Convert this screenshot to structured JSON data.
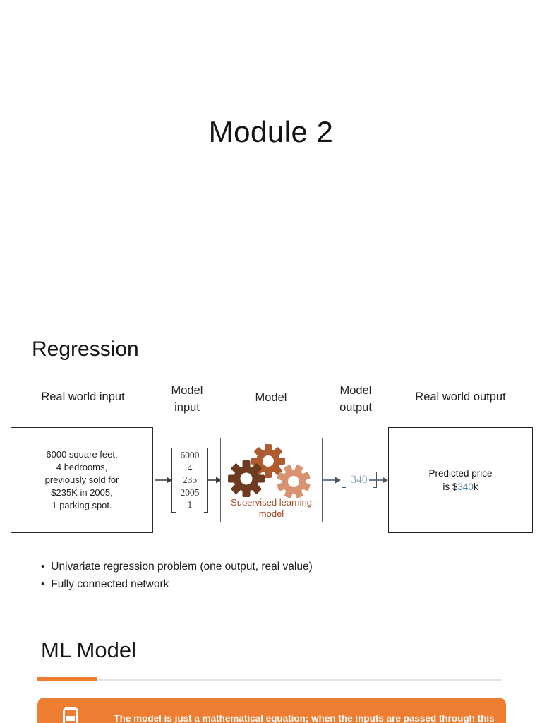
{
  "title": "Module 2",
  "regression": {
    "heading": "Regression",
    "columns": [
      "Real world input",
      "Model input",
      "Model",
      "Model output",
      "Real world output"
    ],
    "input_box_lines": [
      "6000 square feet,",
      "4 bedrooms,",
      "previously sold for",
      "$235K in 2005,",
      "1 parking spot."
    ],
    "input_vector": [
      "6000",
      "4",
      "235",
      "2005",
      "1"
    ],
    "model_label": [
      "Supervised learning",
      "model"
    ],
    "output_vector_value": "340",
    "output_box": {
      "line1": "Predicted price",
      "line2_prefix": "is $",
      "line2_value": "340",
      "line2_suffix": "k"
    },
    "bullets": [
      "Univariate regression problem (one output, real value)",
      "Fully connected network"
    ]
  },
  "ml_model": {
    "heading": "ML Model",
    "callout_text": "The model is just a mathematical equation; when the inputs are passed through this"
  },
  "colors": {
    "accent_orange": "#ED7D31",
    "gear_dark_brown": "#6E3A20",
    "gear_rust": "#AE5B2F",
    "gear_light_salmon": "#D9926F",
    "model_label_text": "#9D4B29",
    "vector_bracket_slate": "#44546A",
    "vector_value_blue": "#7F9DB8",
    "predicted_value_blue": "#4F7EA4",
    "divider_gray": "#E3E3E3"
  }
}
